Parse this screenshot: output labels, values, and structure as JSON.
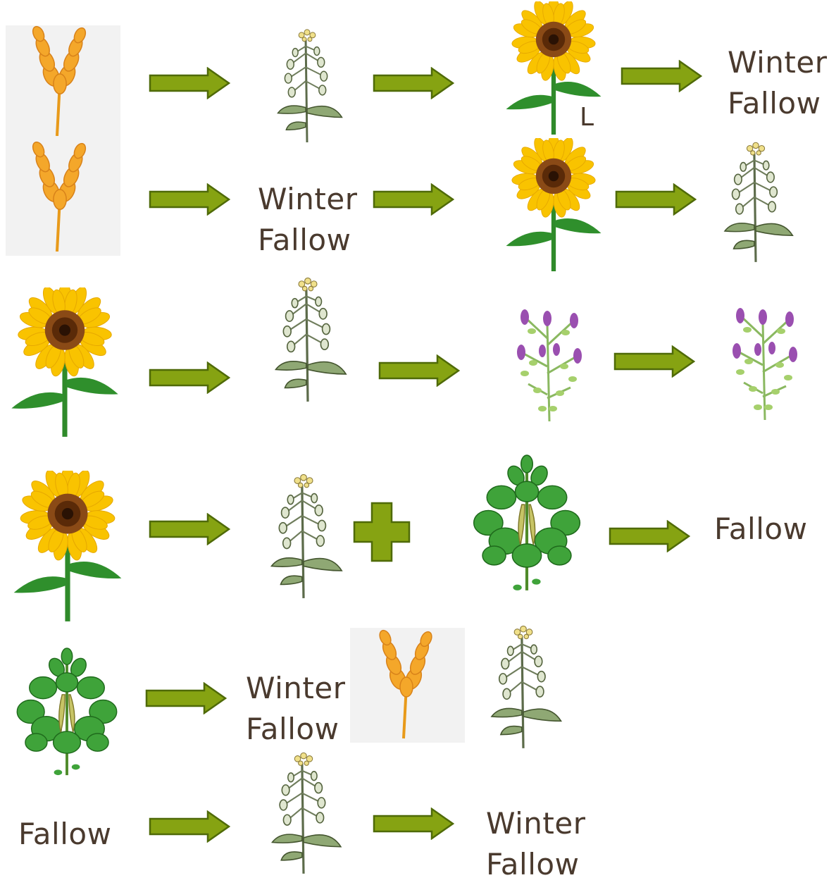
{
  "labels": {
    "winter_fallow_line1": "Winter",
    "winter_fallow_line2": "Fallow",
    "fallow": "Fallow",
    "l_mark": "L"
  },
  "colors": {
    "arrow_fill": "#86a312",
    "arrow_stroke": "#4f6a08",
    "wheat_bg": "#f2f2f2",
    "text": "#4a3a2e"
  },
  "icons": [
    "wheat-icon",
    "camelina-icon",
    "sunflower-icon",
    "alfalfa-icon",
    "soybean-icon",
    "arrow-icon",
    "plus-icon"
  ]
}
